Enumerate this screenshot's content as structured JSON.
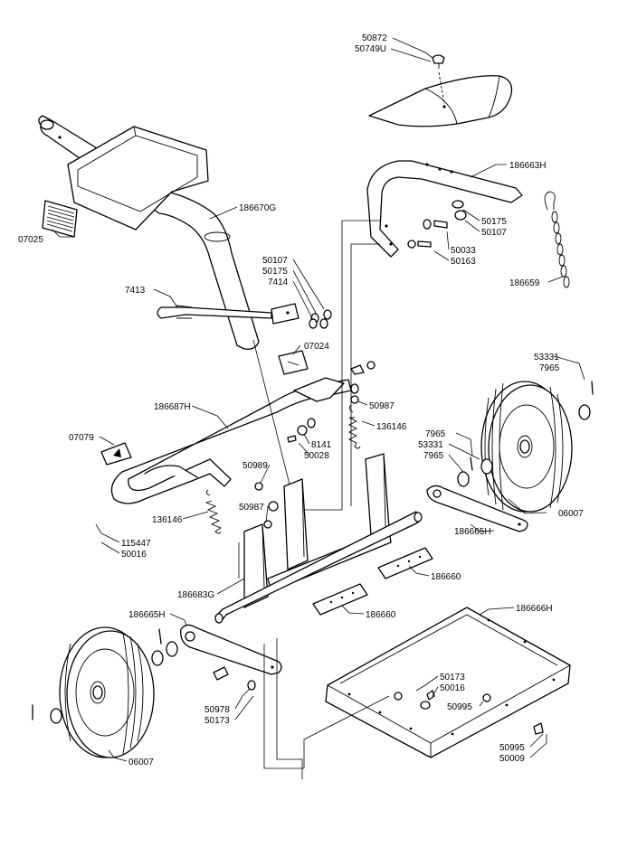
{
  "callouts": [
    {
      "id": "c01",
      "text": "50872"
    },
    {
      "id": "c02",
      "text": "50749U"
    },
    {
      "id": "c03",
      "text": "186663H"
    },
    {
      "id": "c04",
      "text": "186670G"
    },
    {
      "id": "c05",
      "text": "50175"
    },
    {
      "id": "c06",
      "text": "50107"
    },
    {
      "id": "c07",
      "text": "07025"
    },
    {
      "id": "c08",
      "text": "50033"
    },
    {
      "id": "c09",
      "text": "50163"
    },
    {
      "id": "c10",
      "text": "50107"
    },
    {
      "id": "c11",
      "text": "50175"
    },
    {
      "id": "c12",
      "text": "7414"
    },
    {
      "id": "c13",
      "text": "186659"
    },
    {
      "id": "c14",
      "text": "7413"
    },
    {
      "id": "c15",
      "text": "07024"
    },
    {
      "id": "c16",
      "text": "53331"
    },
    {
      "id": "c17",
      "text": "7965"
    },
    {
      "id": "c18",
      "text": "186687H"
    },
    {
      "id": "c19",
      "text": "50987"
    },
    {
      "id": "c20",
      "text": "136146"
    },
    {
      "id": "c21",
      "text": "07079"
    },
    {
      "id": "c22",
      "text": "8141"
    },
    {
      "id": "c23",
      "text": "50028"
    },
    {
      "id": "c24",
      "text": "7965"
    },
    {
      "id": "c25",
      "text": "53331"
    },
    {
      "id": "c26",
      "text": "7965"
    },
    {
      "id": "c27",
      "text": "50989"
    },
    {
      "id": "c28",
      "text": "50987"
    },
    {
      "id": "c29",
      "text": "136146"
    },
    {
      "id": "c30",
      "text": "06007"
    },
    {
      "id": "c31",
      "text": "186665H"
    },
    {
      "id": "c32",
      "text": "115447"
    },
    {
      "id": "c33",
      "text": "50016"
    },
    {
      "id": "c34",
      "text": "186660"
    },
    {
      "id": "c35",
      "text": "186683G"
    },
    {
      "id": "c36",
      "text": "186660"
    },
    {
      "id": "c37",
      "text": "186665H"
    },
    {
      "id": "c38",
      "text": "186666H"
    },
    {
      "id": "c39",
      "text": "50173"
    },
    {
      "id": "c40",
      "text": "50016"
    },
    {
      "id": "c41",
      "text": "50995"
    },
    {
      "id": "c42",
      "text": "50978"
    },
    {
      "id": "c43",
      "text": "50173"
    },
    {
      "id": "c44",
      "text": "50995"
    },
    {
      "id": "c45",
      "text": "50009"
    },
    {
      "id": "c46",
      "text": "06007"
    }
  ]
}
